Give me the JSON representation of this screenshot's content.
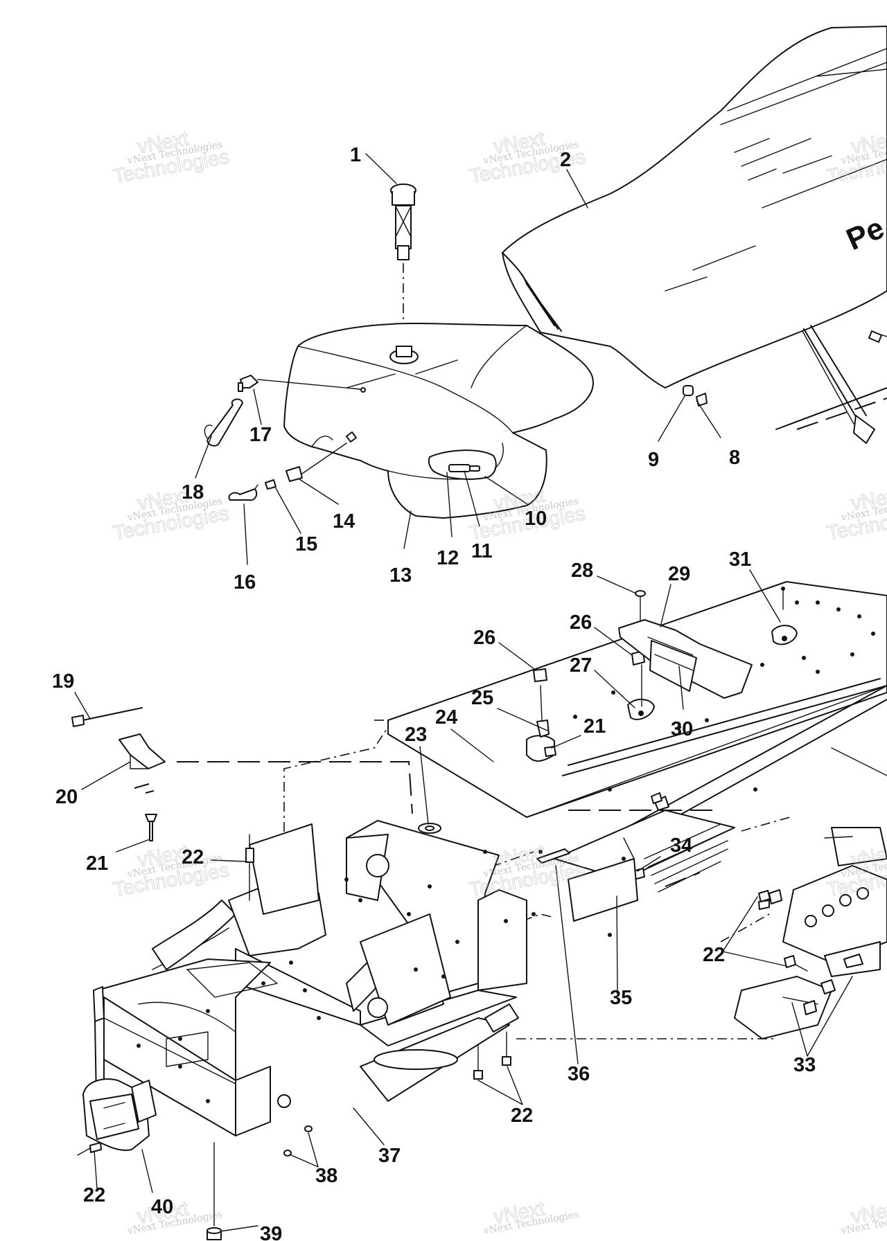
{
  "callouts": {
    "c1": "1",
    "c2": "2",
    "c8": "8",
    "c9": "9",
    "c10": "10",
    "c11": "11",
    "c12": "12",
    "c13": "13",
    "c14": "14",
    "c15": "15",
    "c16": "16",
    "c17": "17",
    "c18": "18",
    "c19": "19",
    "c20": "20",
    "c21a": "21",
    "c21b": "21",
    "c22a": "22",
    "c22b": "22",
    "c22c": "22",
    "c22d": "22",
    "c23": "23",
    "c24": "24",
    "c25": "25",
    "c26a": "26",
    "c26b": "26",
    "c27": "27",
    "c28": "28",
    "c29": "29",
    "c30": "30",
    "c31": "31",
    "c33": "33",
    "c34": "34",
    "c35": "35",
    "c36": "36",
    "c37": "37",
    "c38": "38",
    "c39": "39",
    "c40": "40"
  },
  "watermark": {
    "line1": "vNext Technologies",
    "line2": "vNext",
    "line3": "Technologies"
  },
  "seat_brand_text": "Pe"
}
